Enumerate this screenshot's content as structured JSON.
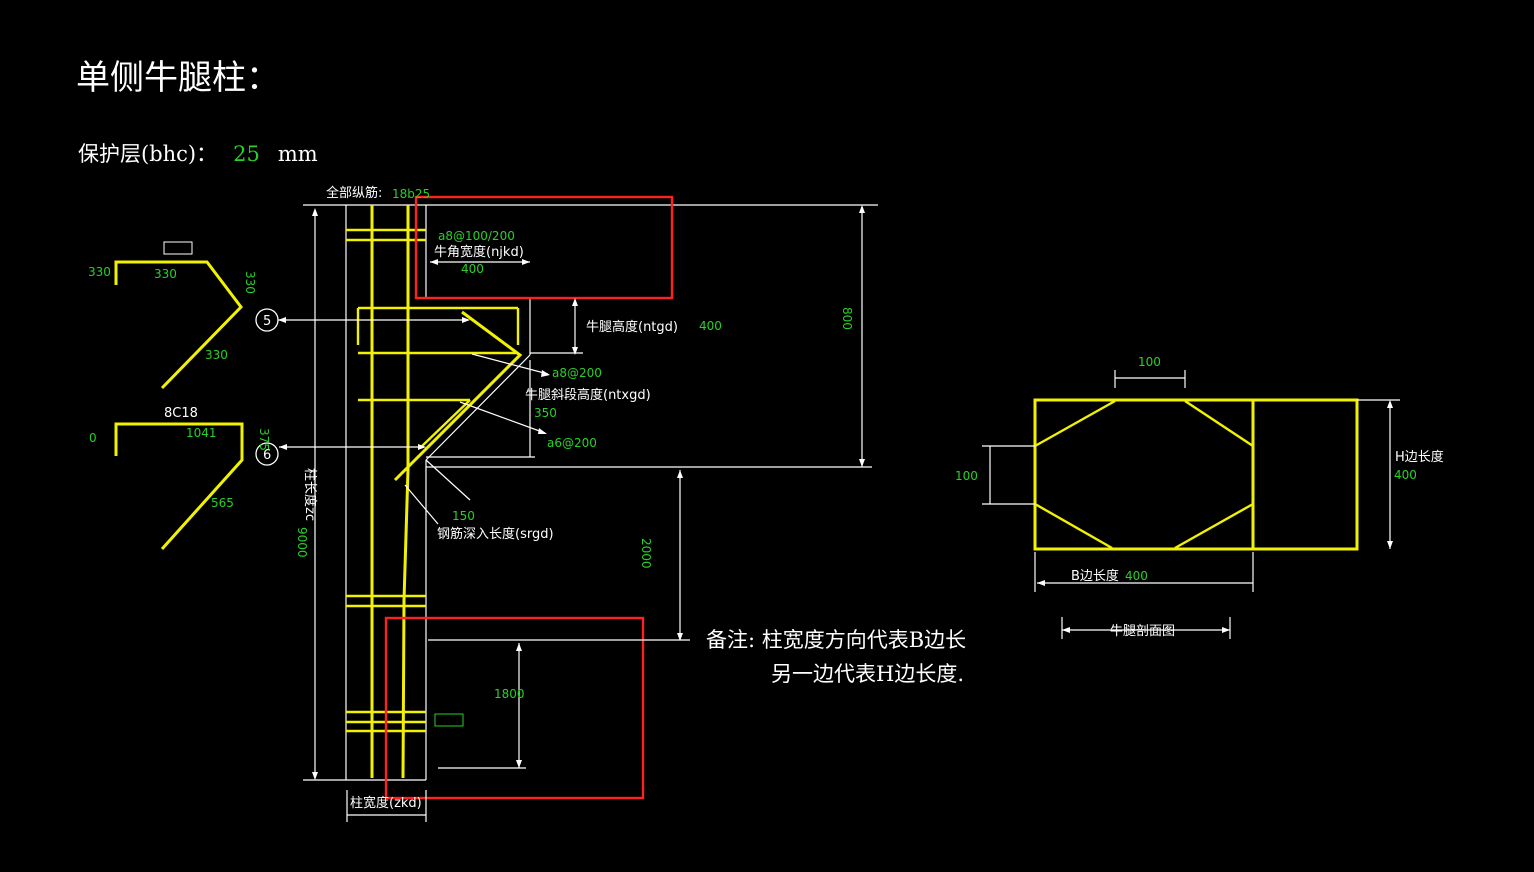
{
  "title": "单侧牛腿柱：",
  "cover": {
    "label": "保护层(bhc)：",
    "value": "25",
    "unit": "mm"
  },
  "labels": {
    "all_rebar": "全部纵筋:",
    "all_rebar_val": "18b25",
    "stirrup_top": "a8@100/200",
    "corner_width": "牛角宽度(njkd)",
    "corner_width_val": "400",
    "bracket_height": "牛腿高度(ntgd)",
    "bracket_height_val": "400",
    "bracket_stirrup1": "a8@200",
    "slope_height": "牛腿斜段高度(ntxgd)",
    "slope_height_val": "350",
    "bracket_stirrup2": "a6@200",
    "depth_val": "150",
    "depth": "钢筋深入长度(srgd)",
    "col_length": "柱长度zc",
    "col_length_val": "9000",
    "col_width": "柱宽度(zkd)",
    "dim_800": "800",
    "dim_2000": "2000",
    "dim_1800": "1800",
    "bar5": "5",
    "bar6": "6",
    "s5_a": "330",
    "s5_b": "330",
    "s5_c": "330",
    "s5_d": "330",
    "s6_name": "8C18",
    "s6_a": "0",
    "s6_b": "1041",
    "s6_c": "375",
    "s6_d": "565",
    "sec_top": "100",
    "sec_left": "100",
    "sec_h": "H边长度",
    "sec_h_val": "400",
    "sec_b": "B边长度",
    "sec_b_val": "400",
    "sec_title": "牛腿剖面图"
  },
  "note": {
    "line1": "备注: 柱宽度方向代表B边长",
    "line2": "另一边代表H边长度."
  },
  "colors": {
    "rebar": "#f2f200",
    "dim_text": "#27d127",
    "highlight": "#ff2020",
    "line": "#ffffff"
  }
}
